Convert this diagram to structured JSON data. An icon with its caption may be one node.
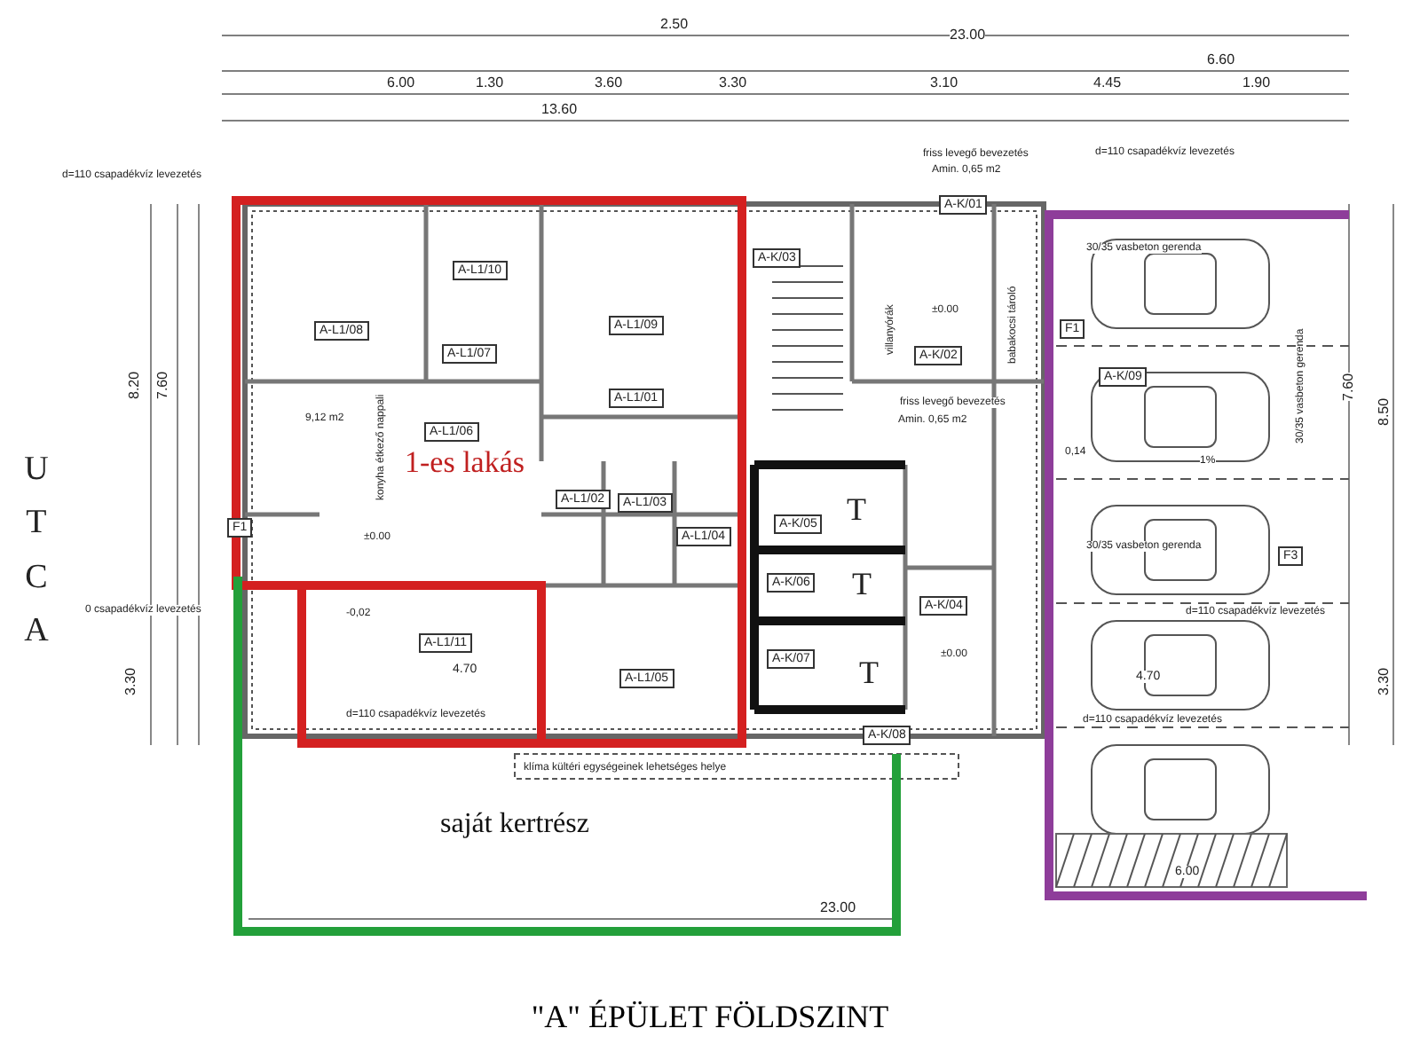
{
  "diagram": {
    "title": "\"A\" ÉPÜLET FÖLDSZINT",
    "nodes": [
      {
        "text": [
          "1-es lakás"
        ]
      },
      {
        "text": [
          "saját kertrész"
        ]
      },
      {
        "text": [],
        "shape": "box"
      }
    ],
    "edges": [],
    "labels": [
      "UTCA",
      "13.60",
      "2.50",
      "23.00",
      "6.60",
      "6.00",
      "1.30",
      "3.60",
      "3.30",
      "3.10",
      "4.45",
      "1.90",
      "A-L1/10",
      "A-L1/08",
      "A-L1/07",
      "A-L1/09",
      "A-L1/01",
      "A-L1/06",
      "A-L1/02",
      "A-L1/03",
      "A-L1/04",
      "A-L1/11",
      "A-L1/05",
      "A-K/03",
      "A-K/01",
      "A-K/02",
      "A-K/05",
      "A-K/06",
      "A-K/04",
      "A-K/07",
      "A-K/08",
      "A-K/09",
      "T",
      "T",
      "T",
      "friss levegő bevezetés",
      "Amin. 0,65 m2",
      "friss levegő bevezetés",
      "Amin. 0,65 m2",
      "villanyórák",
      "babakocsi tároló",
      "d=110 csapadékvíz levezetés",
      "d=110 csapadékvíz levezetés",
      "d=110 csapadékvíz levezetés",
      "0 csapadékvíz levezetés",
      "d=110 csapadékvíz levezetés",
      "d=110 csapadékvíz levezetés",
      "klíma kültéri egységeinek lehetséges helye",
      "konyha étkező nappali",
      "9,12 m2",
      "30/35 vasbeton gerenda",
      "30/35 vasbeton gerenda",
      "30/35 vasbeton gerenda",
      "±0.00",
      "±0.00",
      "±0.00",
      "-0,02",
      "0,14",
      "1%",
      "23.00",
      "8.20",
      "7.60",
      "3.30",
      "8.50",
      "7.60",
      "3.30",
      "4.70",
      "4.70",
      "6.00",
      "F1",
      "F1",
      "F3"
    ]
  }
}
